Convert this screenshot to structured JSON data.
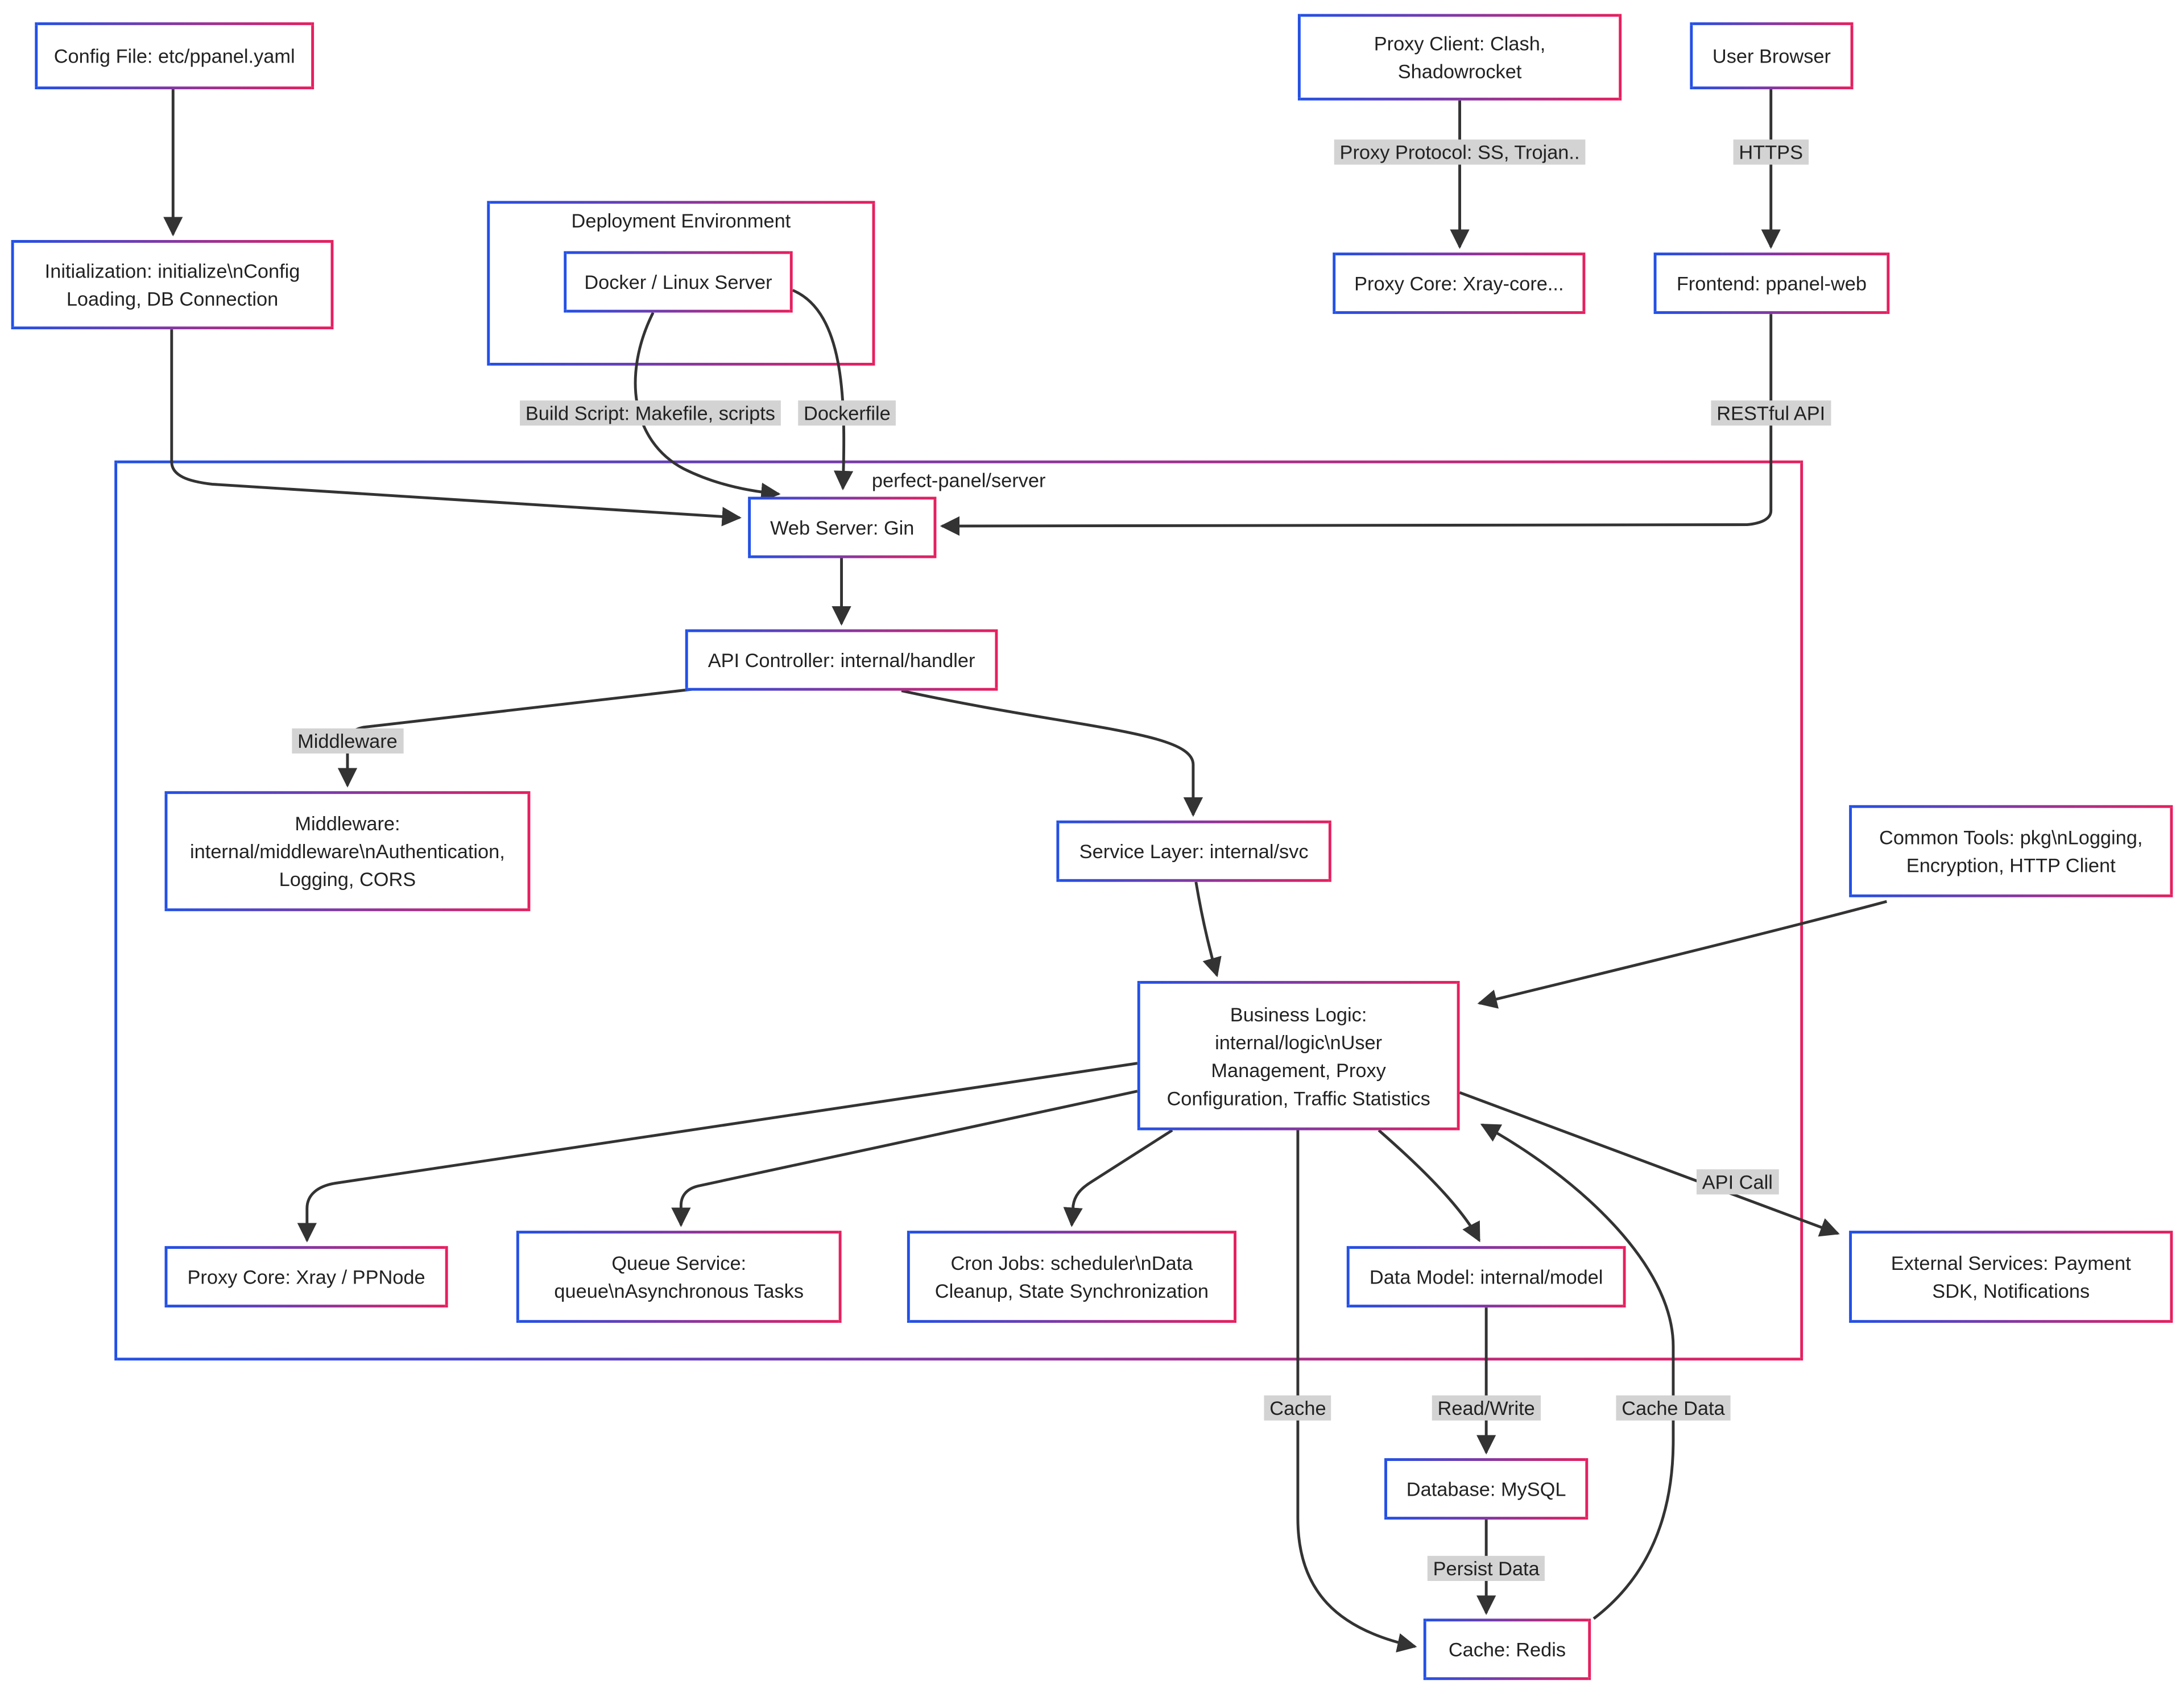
{
  "colors": {
    "node_border_start": "#2250e6",
    "node_border_end": "#e61f5f",
    "edge": "#333333",
    "edge_label_bg": "#d3d3d3",
    "node_bg": "#ffffff",
    "text": "#222222"
  },
  "containers": {
    "deployment_env": {
      "label": "Deployment Environment"
    },
    "server": {
      "label": "perfect-panel/server"
    }
  },
  "nodes": {
    "config_file": {
      "label": "Config File: etc/ppanel.yaml"
    },
    "initialization": {
      "label": "Initialization: initialize\\nConfig\nLoading, DB Connection"
    },
    "docker": {
      "label": "Docker / Linux Server"
    },
    "proxy_client": {
      "label": "Proxy Client: Clash,\nShadowrocket"
    },
    "user_browser": {
      "label": "User Browser"
    },
    "proxy_core_xray": {
      "label": "Proxy Core: Xray-core..."
    },
    "frontend": {
      "label": "Frontend: ppanel-web"
    },
    "web_server": {
      "label": "Web Server: Gin"
    },
    "api_controller": {
      "label": "API Controller: internal/handler"
    },
    "middleware": {
      "label": "Middleware:\ninternal/middleware\\nAuthentication,\nLogging, CORS"
    },
    "service_layer": {
      "label": "Service Layer: internal/svc"
    },
    "common_tools": {
      "label": "Common Tools: pkg\\nLogging,\nEncryption, HTTP Client"
    },
    "business_logic": {
      "label": "Business Logic:\ninternal/logic\\nUser\nManagement, Proxy\nConfiguration, Traffic Statistics"
    },
    "proxy_core_node": {
      "label": "Proxy Core: Xray / PPNode"
    },
    "queue_service": {
      "label": "Queue Service:\nqueue\\nAsynchronous Tasks"
    },
    "cron_jobs": {
      "label": "Cron Jobs: scheduler\\nData\nCleanup, State Synchronization"
    },
    "data_model": {
      "label": "Data Model: internal/model"
    },
    "external_services": {
      "label": "External Services: Payment\nSDK, Notifications"
    },
    "database": {
      "label": "Database: MySQL"
    },
    "cache_redis": {
      "label": "Cache: Redis"
    }
  },
  "edge_labels": {
    "proxy_protocol": "Proxy Protocol: SS, Trojan..",
    "https": "HTTPS",
    "build_script": "Build Script: Makefile, scripts",
    "dockerfile": "Dockerfile",
    "restful_api": "RESTful API",
    "middleware": "Middleware",
    "api_call": "API Call",
    "cache": "Cache",
    "read_write": "Read/Write",
    "cache_data": "Cache Data",
    "persist_data": "Persist Data"
  },
  "edges": [
    {
      "from": "Config File: etc/ppanel.yaml",
      "to": "Initialization",
      "label": ""
    },
    {
      "from": "Initialization",
      "to": "Web Server: Gin",
      "label": ""
    },
    {
      "from": "Docker / Linux Server",
      "to": "Web Server: Gin",
      "label": "Build Script: Makefile, scripts"
    },
    {
      "from": "Deployment Environment",
      "to": "Web Server: Gin",
      "label": "Dockerfile"
    },
    {
      "from": "Proxy Client: Clash, Shadowrocket",
      "to": "Proxy Core: Xray-core...",
      "label": "Proxy Protocol: SS, Trojan.."
    },
    {
      "from": "User Browser",
      "to": "Frontend: ppanel-web",
      "label": "HTTPS"
    },
    {
      "from": "Frontend: ppanel-web",
      "to": "Web Server: Gin",
      "label": "RESTful API"
    },
    {
      "from": "Web Server: Gin",
      "to": "API Controller: internal/handler",
      "label": ""
    },
    {
      "from": "API Controller: internal/handler",
      "to": "Middleware",
      "label": "Middleware"
    },
    {
      "from": "API Controller: internal/handler",
      "to": "Service Layer: internal/svc",
      "label": ""
    },
    {
      "from": "Service Layer: internal/svc",
      "to": "Business Logic",
      "label": ""
    },
    {
      "from": "Common Tools: pkg",
      "to": "Business Logic",
      "label": ""
    },
    {
      "from": "Business Logic",
      "to": "Proxy Core: Xray / PPNode",
      "label": ""
    },
    {
      "from": "Business Logic",
      "to": "Queue Service",
      "label": ""
    },
    {
      "from": "Business Logic",
      "to": "Cron Jobs",
      "label": ""
    },
    {
      "from": "Business Logic",
      "to": "Data Model: internal/model",
      "label": ""
    },
    {
      "from": "Business Logic",
      "to": "Cache: Redis",
      "label": "Cache"
    },
    {
      "from": "Business Logic",
      "to": "External Services: Payment SDK, Notifications",
      "label": "API Call"
    },
    {
      "from": "Data Model: internal/model",
      "to": "Database: MySQL",
      "label": "Read/Write"
    },
    {
      "from": "Database: MySQL",
      "to": "Cache: Redis",
      "label": "Persist Data"
    },
    {
      "from": "Cache: Redis",
      "to": "Business Logic",
      "label": "Cache Data"
    }
  ]
}
